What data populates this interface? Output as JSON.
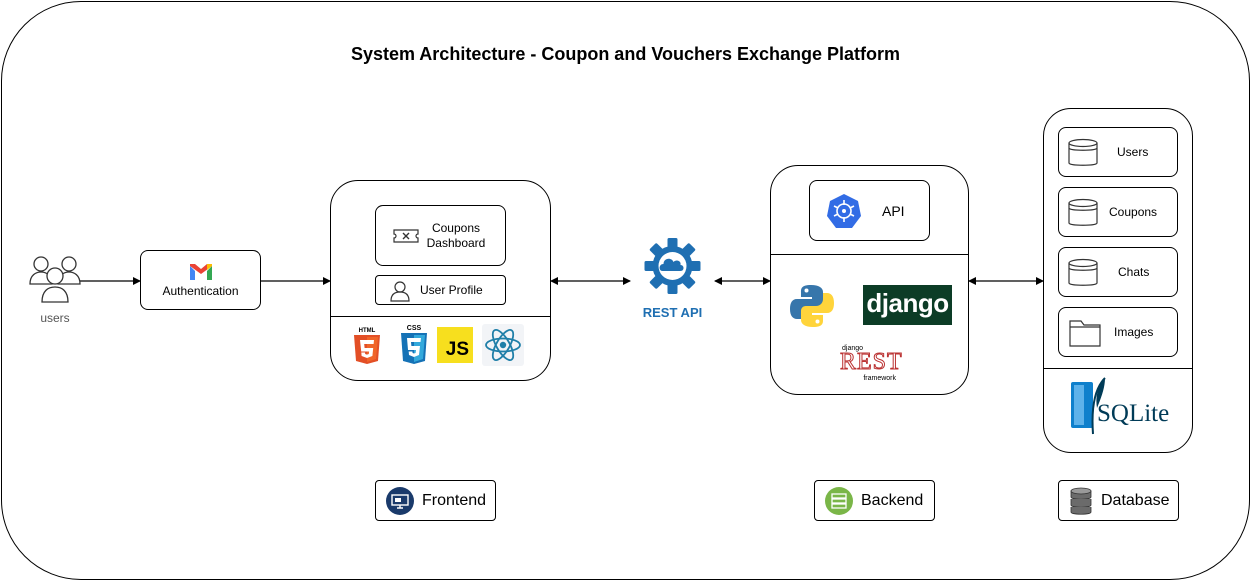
{
  "title": "System Architecture - Coupon and Vouchers Exchange Platform",
  "users_label": "users",
  "authentication_label": "Authentication",
  "frontend": {
    "coupons_dashboard": "Coupons\nDashboard",
    "user_profile": "User Profile",
    "tech_logos": [
      "html5",
      "css3",
      "javascript",
      "react"
    ],
    "logo_text": {
      "html": "HTML",
      "css": "CSS",
      "js": "JS"
    }
  },
  "rest_api_label": "REST API",
  "backend": {
    "api_label": "API",
    "django_label": "django",
    "drf": {
      "top": "django",
      "mid": "REST",
      "bottom": "framework"
    }
  },
  "database": {
    "tables": [
      "Users",
      "Coupons",
      "Chats",
      "Images"
    ],
    "engine_label": "SQLite"
  },
  "legend": {
    "frontend": "Frontend",
    "backend": "Backend",
    "database": "Database"
  },
  "colors": {
    "html5": "#e34f26",
    "css3": "#1572b6",
    "javascript": "#f7df1e",
    "react": "#61dafb",
    "rest_api": "#1f6fb2",
    "django": "#0c3c26",
    "python_blue": "#3776ab",
    "python_yellow": "#ffd43b",
    "sqlite": "#0f80cc",
    "frontend_badge": "#1a3a6b",
    "backend_badge": "#7ab648",
    "k8s": "#326ce5"
  }
}
